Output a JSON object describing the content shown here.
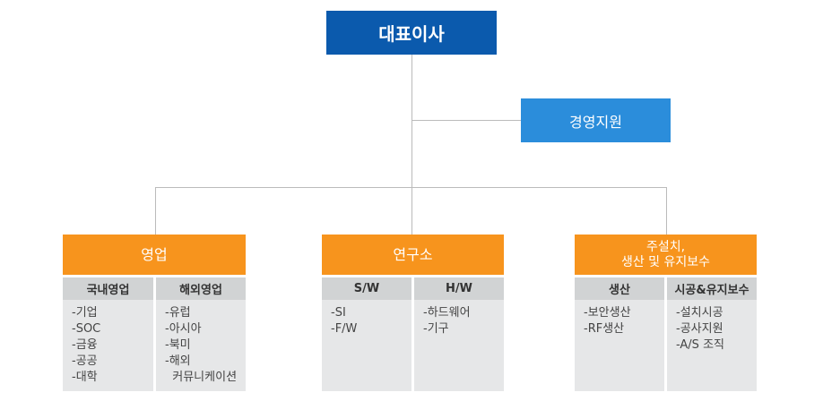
{
  "ceo": "대표이사",
  "support": "경영지원",
  "departments": [
    {
      "name": [
        "영업"
      ],
      "subs": [
        {
          "title": "국내영업",
          "items": [
            "-기업",
            "-SOC",
            "-금융",
            "-공공",
            "-대학"
          ]
        },
        {
          "title": "해외영업",
          "items": [
            "-유럽",
            "-아시아",
            "-북미",
            "-해외",
            "  커뮤니케이션"
          ]
        }
      ]
    },
    {
      "name": [
        "연구소"
      ],
      "subs": [
        {
          "title": "S/W",
          "items": [
            "-SI",
            "-F/W"
          ]
        },
        {
          "title": "H/W",
          "items": [
            "-하드웨어",
            "-기구"
          ]
        }
      ]
    },
    {
      "name": [
        "주설치,",
        "생산 및 유지보수"
      ],
      "subs": [
        {
          "title": "생산",
          "items": [
            "-보안생산",
            "-RF생산"
          ]
        },
        {
          "title": "시공&유지보수",
          "items": [
            "-설치시공",
            "-공사지원",
            "-A/S 조직"
          ]
        }
      ]
    }
  ],
  "colors": {
    "ceo": "#0b5aad",
    "support": "#2b8ddb",
    "department": "#f7941d",
    "sub_header": "#d1d3d4",
    "sub_body": "#e6e7e8",
    "connector": "#bbbbbb"
  }
}
